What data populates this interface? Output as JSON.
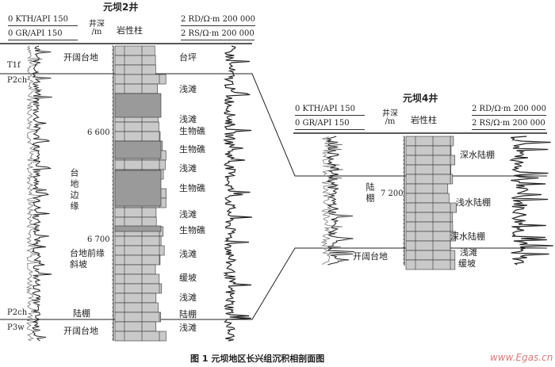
{
  "well2": {
    "title": "元坝2井",
    "kth": "0   KTH/API   150",
    "gr": "0   GR/API   150",
    "depth_hdr": "井深\n/m",
    "litho_hdr": "岩性柱",
    "rd": "2 RD/Ω·m 200 000",
    "rs": "2 RS/Ω·m 200 000",
    "depths": [
      "6 600",
      "6 700"
    ],
    "formations": [
      "T1f",
      "P2ch",
      "P2ch",
      "P3w"
    ],
    "left_facies": [
      "开阔台地",
      "台地边缘",
      "台地前缘斜坡",
      "陆棚",
      "开阔台地"
    ],
    "right_facies": [
      "台坪",
      "浅滩",
      "浅滩",
      "生物礁",
      "生物礁",
      "浅滩",
      "生物礁",
      "浅滩",
      "生物礁",
      "浅滩",
      "缓坡",
      "浅滩",
      "陆棚",
      "浅滩"
    ]
  },
  "well4": {
    "title": "元坝4井",
    "kth": "0   KTH/API   150",
    "gr": "0   GR/API   150",
    "depth_hdr": "井深\n/m",
    "litho_hdr": "岩性柱",
    "rd": "2 RD/Ω·m 200 000",
    "rs": "2 RS/Ω·m 200 000",
    "depths": [
      "7 200"
    ],
    "left_facies": [
      "陆棚",
      "开阔台地"
    ],
    "right_facies": [
      "深水陆棚",
      "浅水陆棚",
      "深水陆棚",
      "浅滩",
      "缓坡"
    ]
  },
  "caption": "图 1   元坝地区长兴组沉积相剖面图",
  "watermark": "www.Egas.cn"
}
